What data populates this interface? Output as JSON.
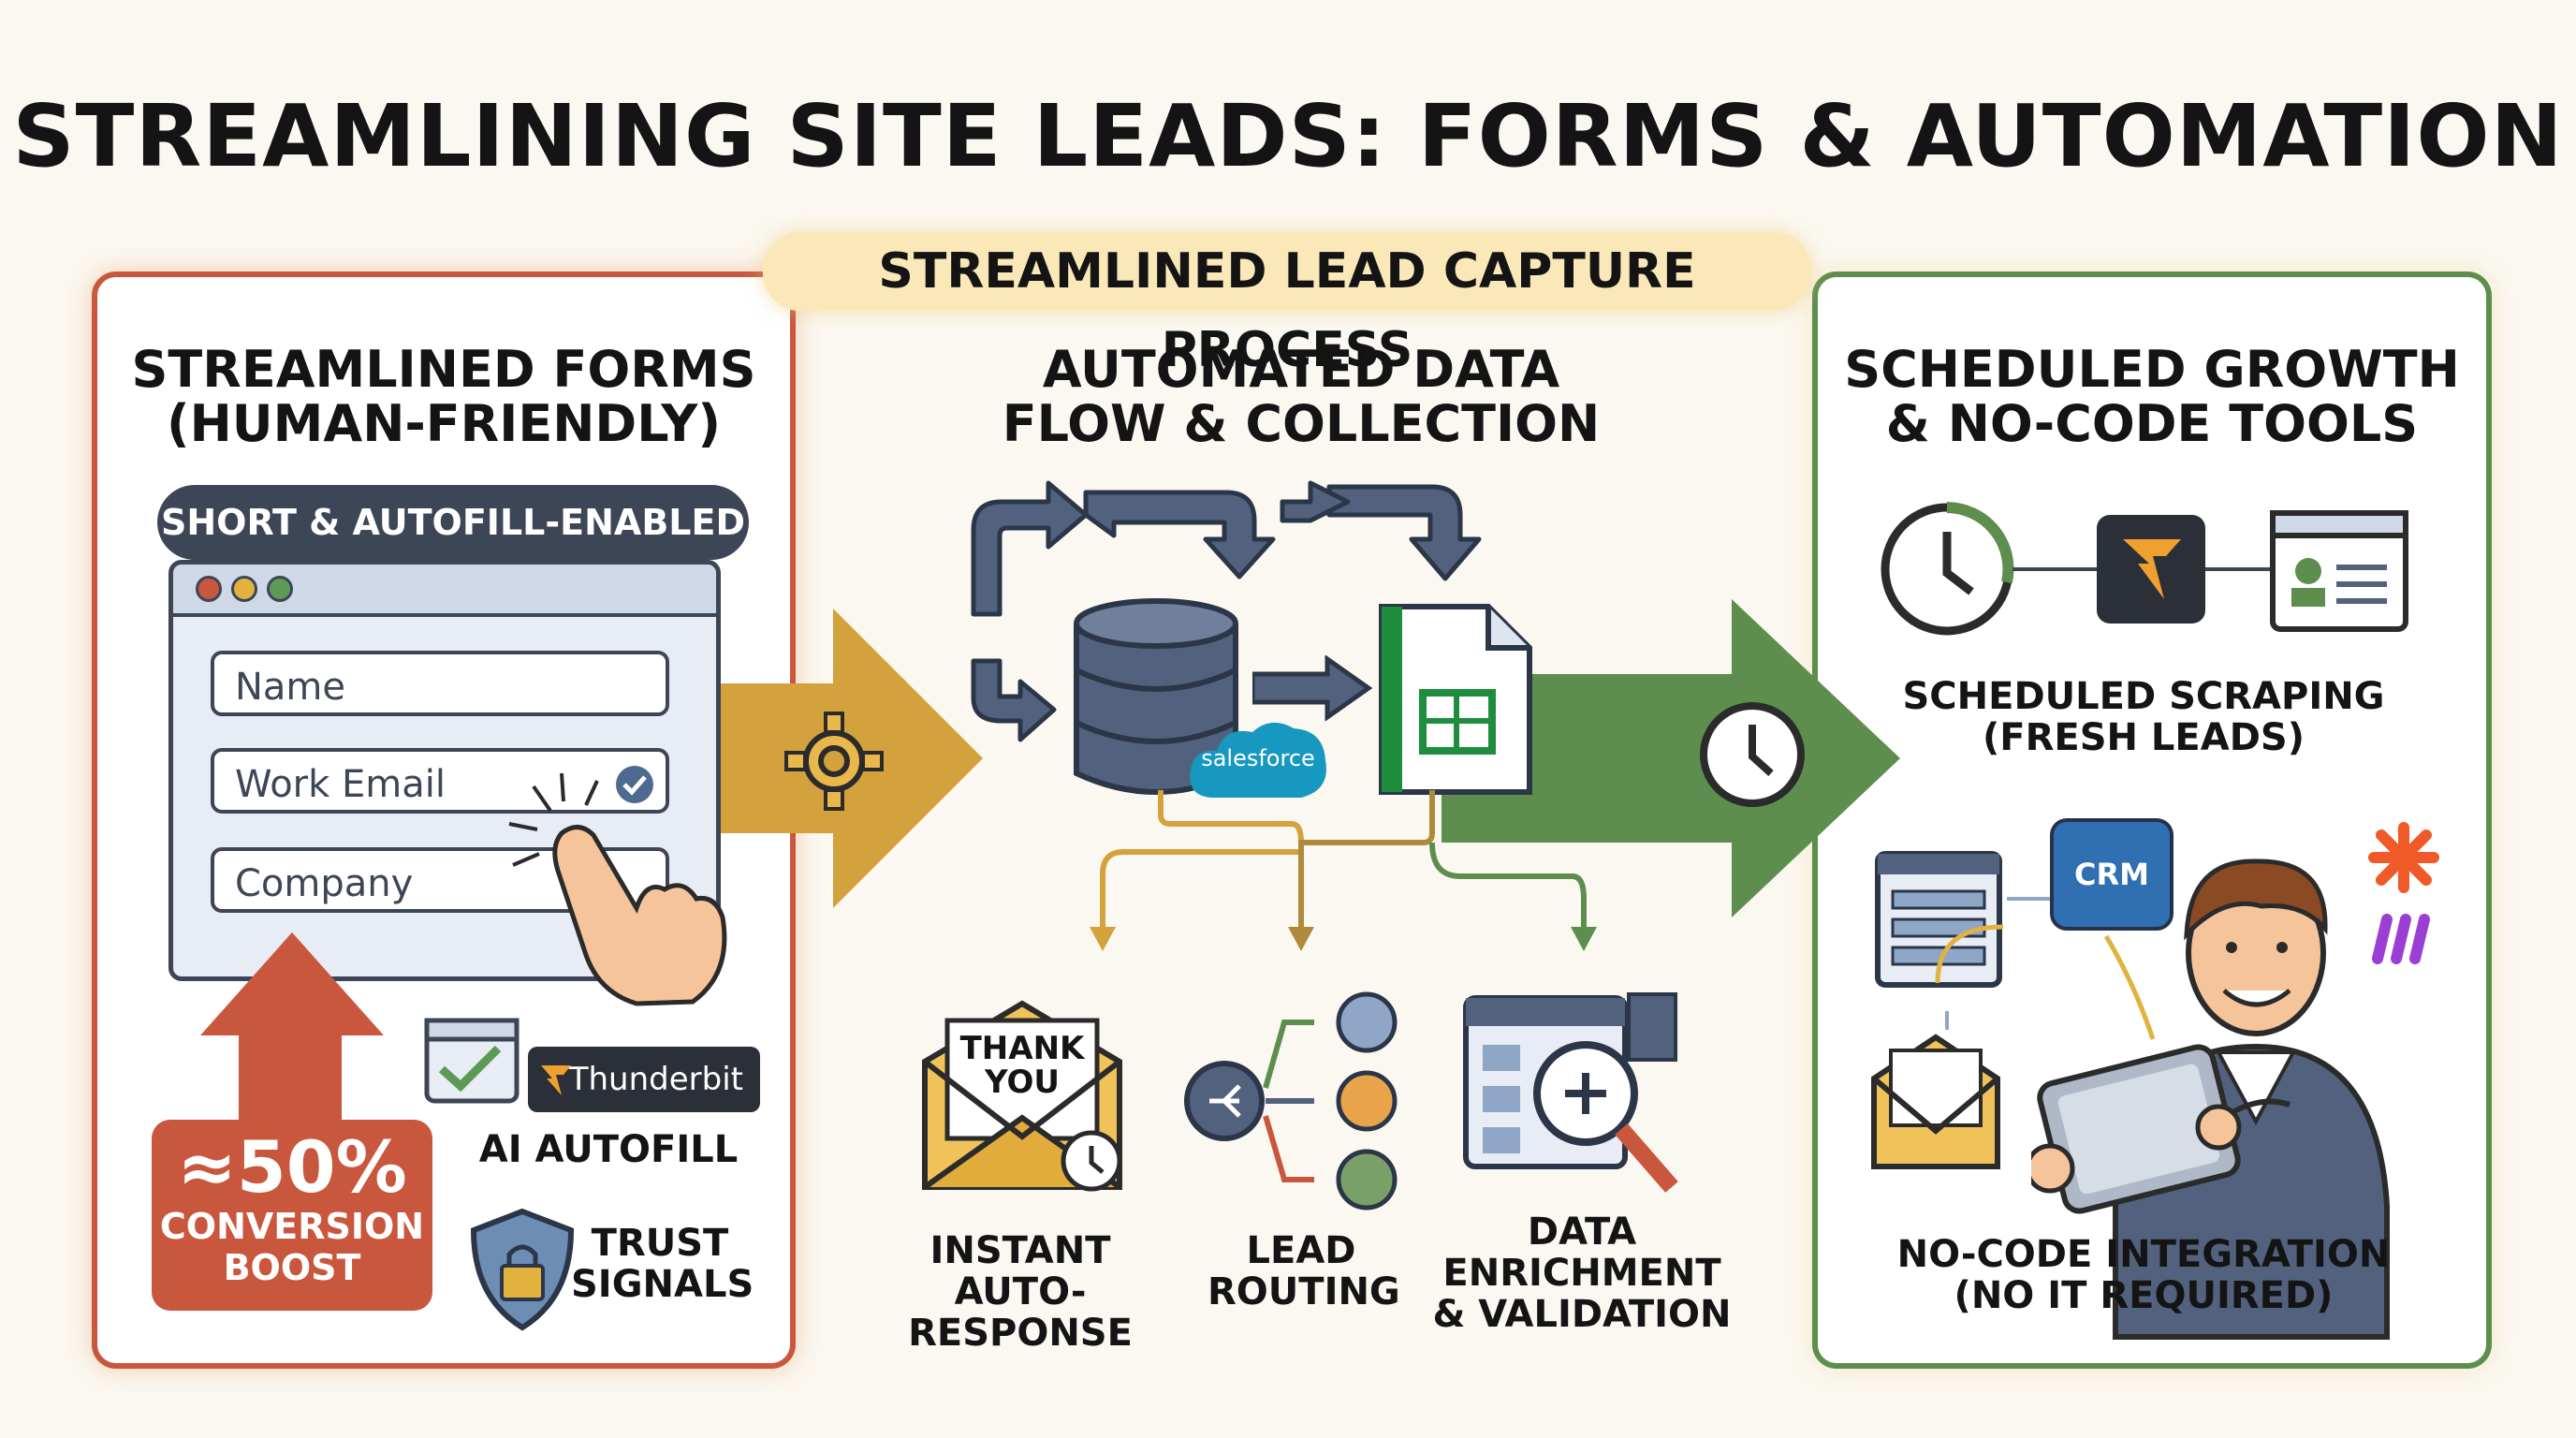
{
  "title": "STREAMLINING SITE LEADS: FORMS & AUTOMATION",
  "banner": "STREAMLINED LEAD CAPTURE PROCESS",
  "left": {
    "heading_line1": "STREAMLINED FORMS",
    "heading_line2": "(HUMAN-FRIENDLY)",
    "pill": "SHORT & AUTOFILL-ENABLED",
    "fields": [
      "Name",
      "Work Email",
      "Company"
    ],
    "boost_value": "≈50%",
    "boost_line1": "CONVERSION",
    "boost_line2": "BOOST",
    "thunderbit": "Thunderbit",
    "ai_autofill": "AI AUTOFILL",
    "trust_line1": "TRUST",
    "trust_line2": "SIGNALS"
  },
  "middle": {
    "heading_line1": "AUTOMATED DATA",
    "heading_line2": "FLOW & COLLECTION",
    "salesforce": "salesforce",
    "envelope_line1": "THANK",
    "envelope_line2": "YOU",
    "auto_line1": "INSTANT",
    "auto_line2": "AUTO-RESPONSE",
    "routing_line1": "LEAD",
    "routing_line2": "ROUTING",
    "enrich_line1": "DATA",
    "enrich_line2": "ENRICHMENT",
    "enrich_line3": "& VALIDATION"
  },
  "right": {
    "heading_line1": "SCHEDULED GROWTH",
    "heading_line2": "& NO-CODE TOOLS",
    "scrape_line1": "SCHEDULED SCRAPING",
    "scrape_line2": "(FRESH LEADS)",
    "crm": "CRM",
    "nocode_line1": "NO-CODE INTEGRATION",
    "nocode_line2": "(NO IT REQUIRED)"
  },
  "colors": {
    "red": "#c9573e",
    "gold": "#d4a23c",
    "green": "#5e8e4e",
    "slate": "#3c4656",
    "sheets_green": "#1e8e3e",
    "salesforce_blue": "#1798c1"
  }
}
